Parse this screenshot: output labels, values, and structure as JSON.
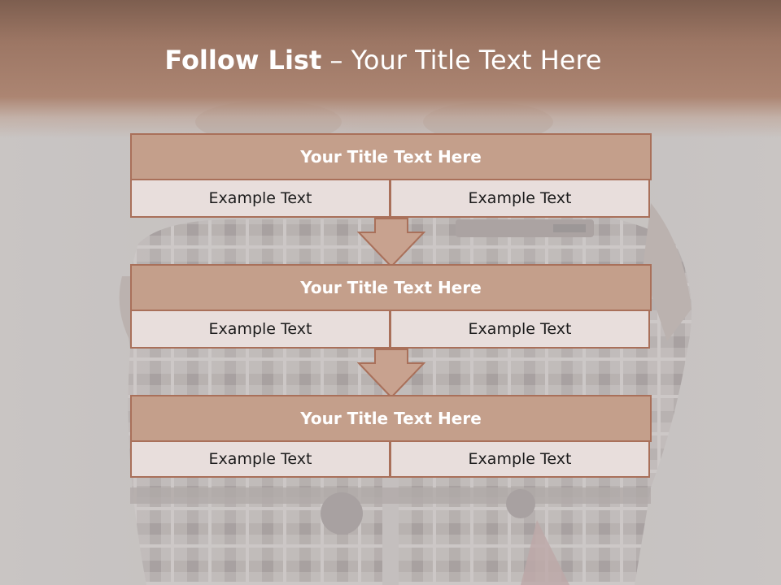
{
  "slide": {
    "title_bold": "Follow List",
    "title_rest": "– Your Title Text Here",
    "background_image": "faded-photo-two-people-plaid-shirts-holding-pistol"
  },
  "blocks": [
    {
      "title": "Your Title Text Here",
      "items": [
        "Example Text",
        "Example Text"
      ]
    },
    {
      "title": "Your Title Text Here",
      "items": [
        "Example Text",
        "Example Text"
      ]
    },
    {
      "title": "Your Title Text Here",
      "items": [
        "Example Text",
        "Example Text"
      ]
    }
  ],
  "colors": {
    "header_band": "#a47c69",
    "block_title_fill": "#c49f8b",
    "block_border": "#a9705a",
    "cell_fill": "#e8dedc",
    "arrow_fill": "#c8a28f",
    "slide_background": "#c7c3c1"
  },
  "icons": {
    "connector": "down-arrow-icon"
  }
}
